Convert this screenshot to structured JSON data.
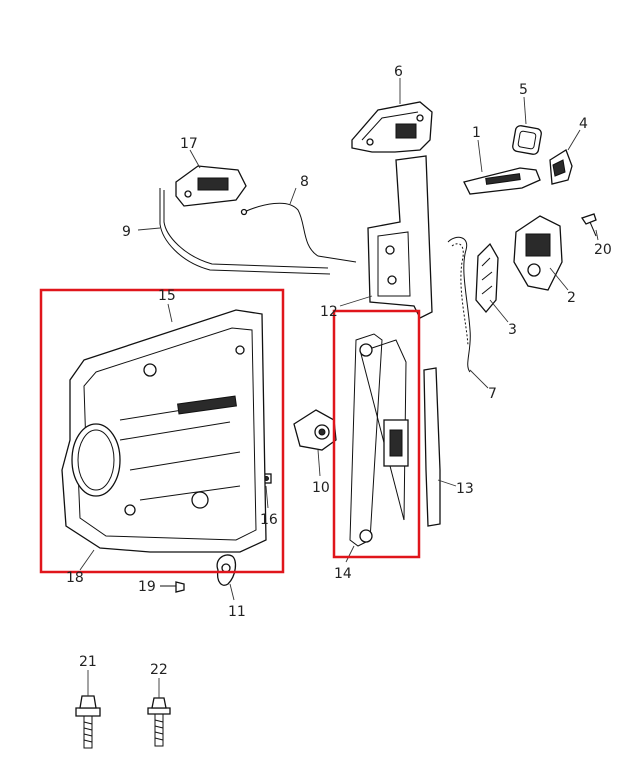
{
  "highlight_color": "#e0151b",
  "callouts": [
    {
      "id": "1",
      "text": "1"
    },
    {
      "id": "2",
      "text": "2"
    },
    {
      "id": "3",
      "text": "3"
    },
    {
      "id": "4",
      "text": "4"
    },
    {
      "id": "5",
      "text": "5"
    },
    {
      "id": "6",
      "text": "6"
    },
    {
      "id": "7",
      "text": "7"
    },
    {
      "id": "8",
      "text": "8"
    },
    {
      "id": "9",
      "text": "9"
    },
    {
      "id": "10",
      "text": "10"
    },
    {
      "id": "11",
      "text": "11"
    },
    {
      "id": "12",
      "text": "12"
    },
    {
      "id": "13",
      "text": "13"
    },
    {
      "id": "14",
      "text": "14"
    },
    {
      "id": "15",
      "text": "15"
    },
    {
      "id": "16",
      "text": "16"
    },
    {
      "id": "17",
      "text": "17"
    },
    {
      "id": "18",
      "text": "18"
    },
    {
      "id": "19",
      "text": "19"
    },
    {
      "id": "20",
      "text": "20"
    },
    {
      "id": "21",
      "text": "21"
    },
    {
      "id": "22",
      "text": "22"
    }
  ]
}
